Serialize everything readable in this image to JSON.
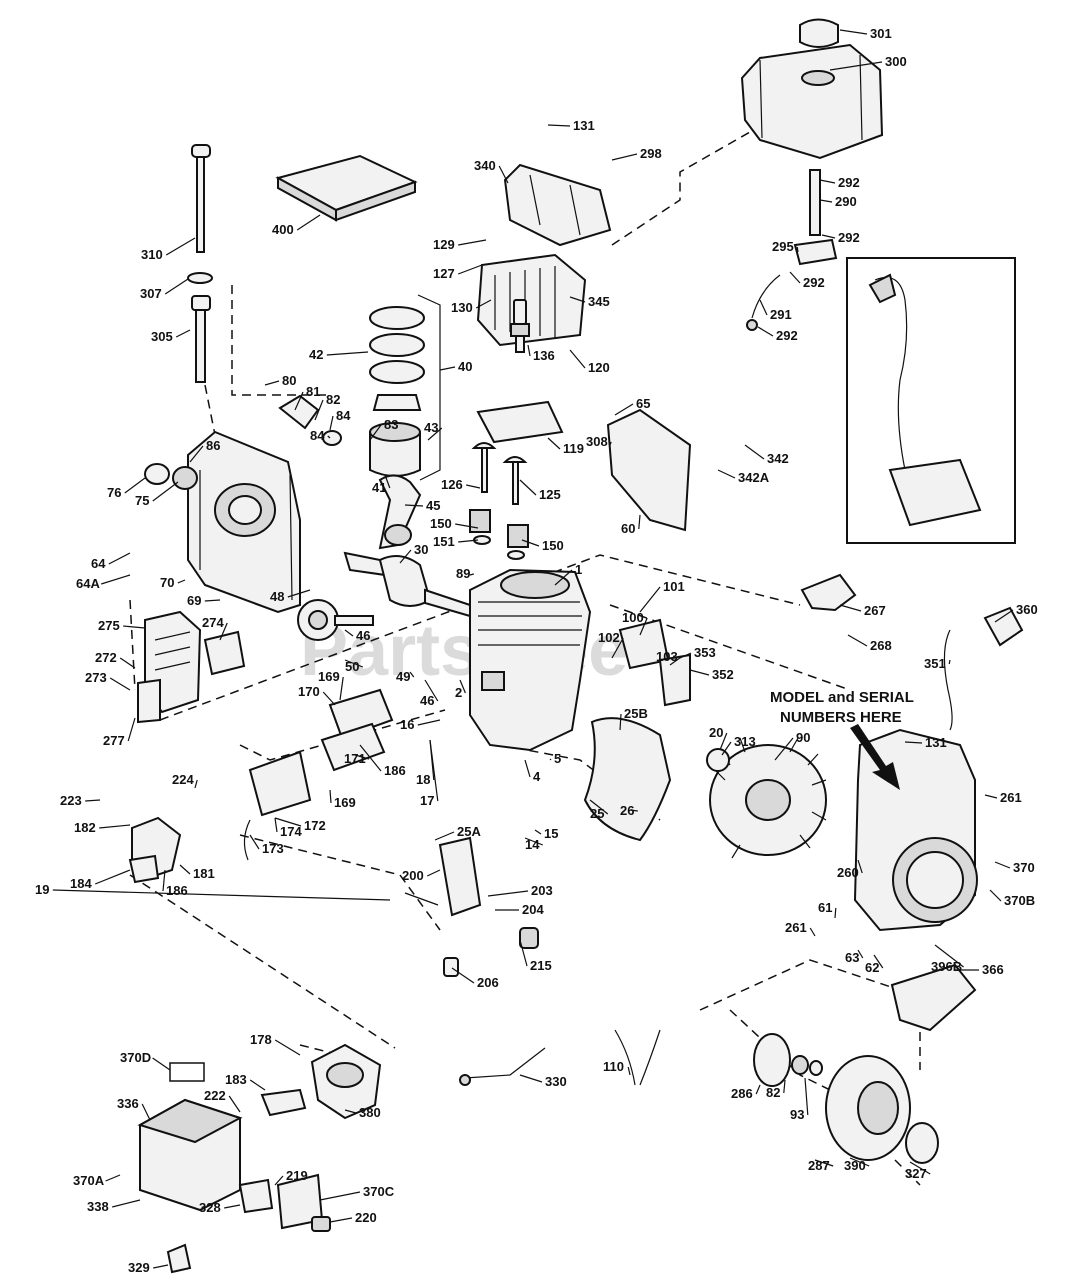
{
  "watermark": "PartsTree",
  "note": {
    "line1": "MODEL and SERIAL",
    "line2": "NUMBERS HERE"
  },
  "callouts": [
    "301",
    "300",
    "131",
    "298",
    "340",
    "292",
    "290",
    "292",
    "295",
    "292",
    "291",
    "292",
    "400",
    "310",
    "307",
    "305",
    "129",
    "127",
    "130",
    "345",
    "136",
    "42",
    "40",
    "80",
    "81",
    "82",
    "84",
    "83",
    "43",
    "84",
    "41",
    "120",
    "65",
    "119",
    "126",
    "125",
    "342",
    "342A",
    "308",
    "60",
    "86",
    "76",
    "75",
    "45",
    "150",
    "151",
    "150",
    "64",
    "64A",
    "70",
    "69",
    "30",
    "89",
    "1",
    "101",
    "267",
    "268",
    "360",
    "48",
    "275",
    "274",
    "46",
    "100",
    "102",
    "103",
    "353",
    "272",
    "273",
    "50",
    "169",
    "49",
    "46",
    "2",
    "352",
    "351",
    "396B",
    "170",
    "16",
    "25B",
    "277",
    "171",
    "18",
    "17",
    "186",
    "169",
    "172",
    "174",
    "173",
    "20",
    "313",
    "90",
    "131",
    "261",
    "224",
    "223",
    "182",
    "186",
    "181",
    "184",
    "4",
    "5",
    "25",
    "26",
    "14",
    "15",
    "25A",
    "200",
    "203",
    "204",
    "19",
    "215",
    "206",
    "260",
    "370",
    "370B",
    "61",
    "261",
    "63",
    "62",
    "366",
    "178",
    "370D",
    "183",
    "222",
    "330",
    "110",
    "380",
    "286",
    "82",
    "93",
    "336",
    "287",
    "390",
    "327",
    "219",
    "370C",
    "370A",
    "338",
    "328",
    "220",
    "329"
  ]
}
